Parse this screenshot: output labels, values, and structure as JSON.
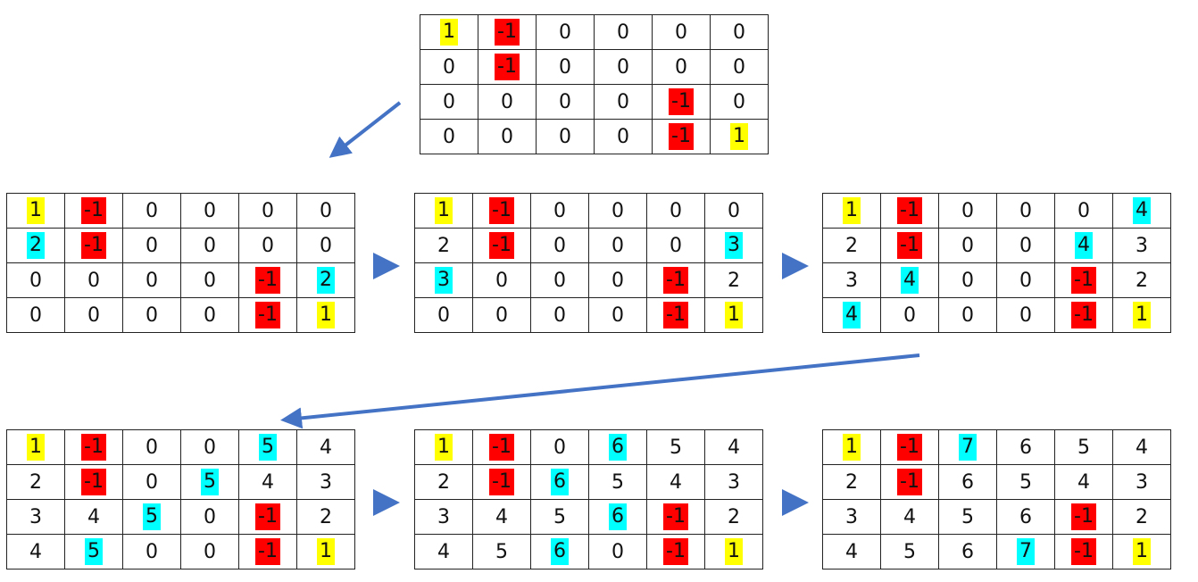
{
  "colors": {
    "yellow": "#ffff00",
    "red": "#ff0000",
    "cyan": "#00ffff",
    "arrow": "#4472c4"
  },
  "grids": [
    {
      "rows": [
        [
          "1",
          "-1",
          "0",
          "0",
          "0",
          "0"
        ],
        [
          "0",
          "-1",
          "0",
          "0",
          "0",
          "0"
        ],
        [
          "0",
          "0",
          "0",
          "0",
          "-1",
          "0"
        ],
        [
          "0",
          "0",
          "0",
          "0",
          "-1",
          "1"
        ]
      ],
      "hl": [
        [
          "y",
          "r",
          "",
          "",
          "",
          ""
        ],
        [
          "",
          "r",
          "",
          "",
          "",
          ""
        ],
        [
          "",
          "",
          "",
          "",
          "r",
          ""
        ],
        [
          "",
          "",
          "",
          "",
          "r",
          "y"
        ]
      ]
    },
    {
      "rows": [
        [
          "1",
          "-1",
          "0",
          "0",
          "0",
          "0"
        ],
        [
          "2",
          "-1",
          "0",
          "0",
          "0",
          "0"
        ],
        [
          "0",
          "0",
          "0",
          "0",
          "-1",
          "2"
        ],
        [
          "0",
          "0",
          "0",
          "0",
          "-1",
          "1"
        ]
      ],
      "hl": [
        [
          "y",
          "r",
          "",
          "",
          "",
          ""
        ],
        [
          "c",
          "r",
          "",
          "",
          "",
          ""
        ],
        [
          "",
          "",
          "",
          "",
          "r",
          "c"
        ],
        [
          "",
          "",
          "",
          "",
          "r",
          "y"
        ]
      ]
    },
    {
      "rows": [
        [
          "1",
          "-1",
          "0",
          "0",
          "0",
          "0"
        ],
        [
          "2",
          "-1",
          "0",
          "0",
          "0",
          "3"
        ],
        [
          "3",
          "0",
          "0",
          "0",
          "-1",
          "2"
        ],
        [
          "0",
          "0",
          "0",
          "0",
          "-1",
          "1"
        ]
      ],
      "hl": [
        [
          "y",
          "r",
          "",
          "",
          "",
          ""
        ],
        [
          "",
          "r",
          "",
          "",
          "",
          "c"
        ],
        [
          "c",
          "",
          "",
          "",
          "r",
          ""
        ],
        [
          "",
          "",
          "",
          "",
          "r",
          "y"
        ]
      ]
    },
    {
      "rows": [
        [
          "1",
          "-1",
          "0",
          "0",
          "0",
          "4"
        ],
        [
          "2",
          "-1",
          "0",
          "0",
          "4",
          "3"
        ],
        [
          "3",
          "4",
          "0",
          "0",
          "-1",
          "2"
        ],
        [
          "4",
          "0",
          "0",
          "0",
          "-1",
          "1"
        ]
      ],
      "hl": [
        [
          "y",
          "r",
          "",
          "",
          "",
          "c"
        ],
        [
          "",
          "r",
          "",
          "",
          "c",
          ""
        ],
        [
          "",
          "c",
          "",
          "",
          "r",
          ""
        ],
        [
          "c",
          "",
          "",
          "",
          "r",
          "y"
        ]
      ]
    },
    {
      "rows": [
        [
          "1",
          "-1",
          "0",
          "0",
          "5",
          "4"
        ],
        [
          "2",
          "-1",
          "0",
          "5",
          "4",
          "3"
        ],
        [
          "3",
          "4",
          "5",
          "0",
          "-1",
          "2"
        ],
        [
          "4",
          "5",
          "0",
          "0",
          "-1",
          "1"
        ]
      ],
      "hl": [
        [
          "y",
          "r",
          "",
          "",
          "c",
          ""
        ],
        [
          "",
          "r",
          "",
          "c",
          "",
          ""
        ],
        [
          "",
          "",
          "c",
          "",
          "r",
          ""
        ],
        [
          "",
          "c",
          "",
          "",
          "r",
          "y"
        ]
      ]
    },
    {
      "rows": [
        [
          "1",
          "-1",
          "0",
          "6",
          "5",
          "4"
        ],
        [
          "2",
          "-1",
          "6",
          "5",
          "4",
          "3"
        ],
        [
          "3",
          "4",
          "5",
          "6",
          "-1",
          "2"
        ],
        [
          "4",
          "5",
          "6",
          "0",
          "-1",
          "1"
        ]
      ],
      "hl": [
        [
          "y",
          "r",
          "",
          "c",
          "",
          ""
        ],
        [
          "",
          "r",
          "c",
          "",
          "",
          ""
        ],
        [
          "",
          "",
          "",
          "c",
          "r",
          ""
        ],
        [
          "",
          "",
          "c",
          "",
          "r",
          "y"
        ]
      ]
    },
    {
      "rows": [
        [
          "1",
          "-1",
          "7",
          "6",
          "5",
          "4"
        ],
        [
          "2",
          "-1",
          "6",
          "5",
          "4",
          "3"
        ],
        [
          "3",
          "4",
          "5",
          "6",
          "-1",
          "2"
        ],
        [
          "4",
          "5",
          "6",
          "7",
          "-1",
          "1"
        ]
      ],
      "hl": [
        [
          "y",
          "r",
          "c",
          "",
          "",
          ""
        ],
        [
          "",
          "r",
          "",
          "",
          "",
          ""
        ],
        [
          "",
          "",
          "",
          "",
          "r",
          ""
        ],
        [
          "",
          "",
          "",
          "c",
          "r",
          "y"
        ]
      ]
    }
  ]
}
